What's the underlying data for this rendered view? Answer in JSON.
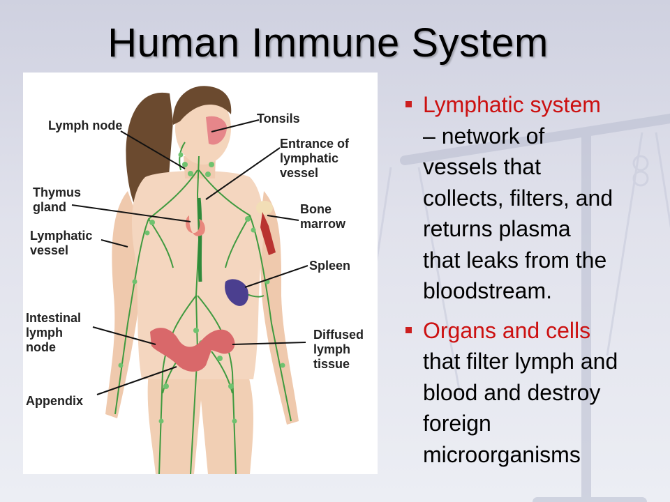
{
  "title": "Human Immune System",
  "diagram_labels": {
    "lymph_node": "Lymph node",
    "tonsils": "Tonsils",
    "entrance_of_lymphatic_vessel": "Entrance of\nlymphatic\nvessel",
    "thymus_gland": "Thymus\ngland",
    "bone_marrow": "Bone\nmarrow",
    "lymphatic_vessel": "Lymphatic\nvessel",
    "spleen": "Spleen",
    "intestinal_lymph_node": "Intestinal\nlymph\nnode",
    "diffused_lymph_tissue": "Diffused\nlymph\ntissue",
    "appendix": "Appendix"
  },
  "bullets": [
    {
      "highlight": "Lymphatic system",
      "text": "– network of\nvessels that\ncollects, filters, and\nreturns plasma\nthat leaks from the\nbloodstream."
    },
    {
      "highlight": "Organs and cells",
      "text": "that filter lymph and\nblood and destroy\nforeign\nmicroorganisms"
    }
  ],
  "colors": {
    "highlight": "#cc1010",
    "bullet_marker": "#cc1f1f",
    "lymph_vessel": "#3f9a3f",
    "lymph_node": "#6fc26f",
    "spleen": "#4b3f8f",
    "thymus": "#e8877c",
    "intestine": "#d9686a"
  }
}
